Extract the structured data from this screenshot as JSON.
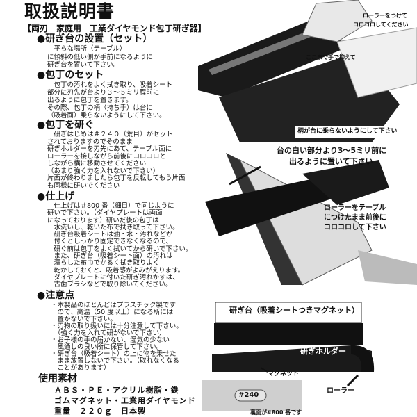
{
  "title": "取扱説明書",
  "subtitle": "【両刃　家庭用　工業ダイヤモンド包丁研ぎ器】",
  "sections": [
    {
      "heading": "●研ぎ台の設置（セット）",
      "lines": [
        "　平らな場所（テーブル）",
        "に傾斜の低い側が手前になるように",
        "研ぎ台を置いて下さい。"
      ]
    },
    {
      "heading": "●包丁のセット",
      "lines": [
        "　包丁の汚れをよく拭き取り、吸着シート",
        "部分に刃先が台より３〜５ミリ程前に",
        "出るように包丁を置きます。",
        "その際、包丁の柄（持ち手）は台に",
        "（吸着面）乗らないようにして下さい。"
      ]
    },
    {
      "heading": "●包丁を研ぐ",
      "lines": [
        "　研ぎはじめは＃２４０（荒目）がセット",
        "されておりますのでそのまま",
        "研ぎホルダーを刃先にあて、テーブル面に",
        "ローラーを接しながら前後にコロコロと",
        "しながら横に移動させてください",
        "（あまり強く力を入れないで下さい）",
        "片面が終わりましたら包丁を反転してもう片面",
        "も同様に研いでください"
      ]
    },
    {
      "heading": "●仕上げ",
      "lines": [
        "　仕上げは＃800 番（細目）で同じように",
        "研いで下さい。（ダイヤプレートは両面",
        "になっております）研いだ後の包丁は",
        "　水洗いし、乾いた布で拭き取って下さい。",
        "　研ぎ台吸着シートは油・水・汚れなどが",
        "　付くとしっかり固定できなくなるので、",
        "　研ぐ前は包丁をよく拭いてから研いで下さい。",
        "　また、研ぎ台（吸着シート面）の汚れは",
        "　濡らした布巾でかるく拭き取りよく",
        "　乾かしておくと、吸着感がよみがえります。",
        "　ダイヤプレートに付いた研ぎ汚れかすは、",
        "　古歯ブラシなどで取り除いてください。"
      ]
    },
    {
      "heading": "●注意点",
      "lines": [
        "・本製品のほとんどはプラスチック製です",
        "　ので、高温（50 度以上）になる所には",
        "　置かないで下さい。",
        "・刃物の取り扱いには十分注意して下さい。",
        "　（強く力を入れて研がないで下さい）",
        "・お子様の手の届かない、湿気の少ない",
        "　風通しの良い所に保管して下さい。",
        "・研ぎ台（吸着シート）の上に物を乗せた",
        "　まま放置しないで下さい。（取れなくなる",
        "　ことがあります）"
      ]
    }
  ],
  "materials": {
    "heading": "使用素材",
    "lines": [
      "ＡＢＳ・ＰＥ・アクリル樹脂・鉄",
      "ゴムマグネット・工業用ダイヤモンド",
      "重量　２２０ｇ　日本製"
    ]
  },
  "photo_labels": {
    "roller_on": "ローラーをつけて",
    "roller_roll": "コロコロしてください",
    "hold_here": "ここまで手で抑えて",
    "handle": "柄が台に乗らないようにして下さい",
    "offset_1": "台の白い部分より3〜5ミリ前に",
    "offset_2": "出るように置いて下さい",
    "roller_table_1": "ローラーをテーブル",
    "roller_table_2": "につけたまま前後に",
    "roller_table_3": "コロコロして下さい",
    "base": "研ぎ台（吸着シートつきマグネット）",
    "holder": "研ぎホルダー",
    "magnet": "マグネット",
    "roller": "ローラー",
    "grit_front": "#240",
    "grit_back": "裏面が#800 番です"
  },
  "colors": {
    "ink": "#111111",
    "paper": "#ffffff",
    "plate": "#cfcfcf"
  }
}
